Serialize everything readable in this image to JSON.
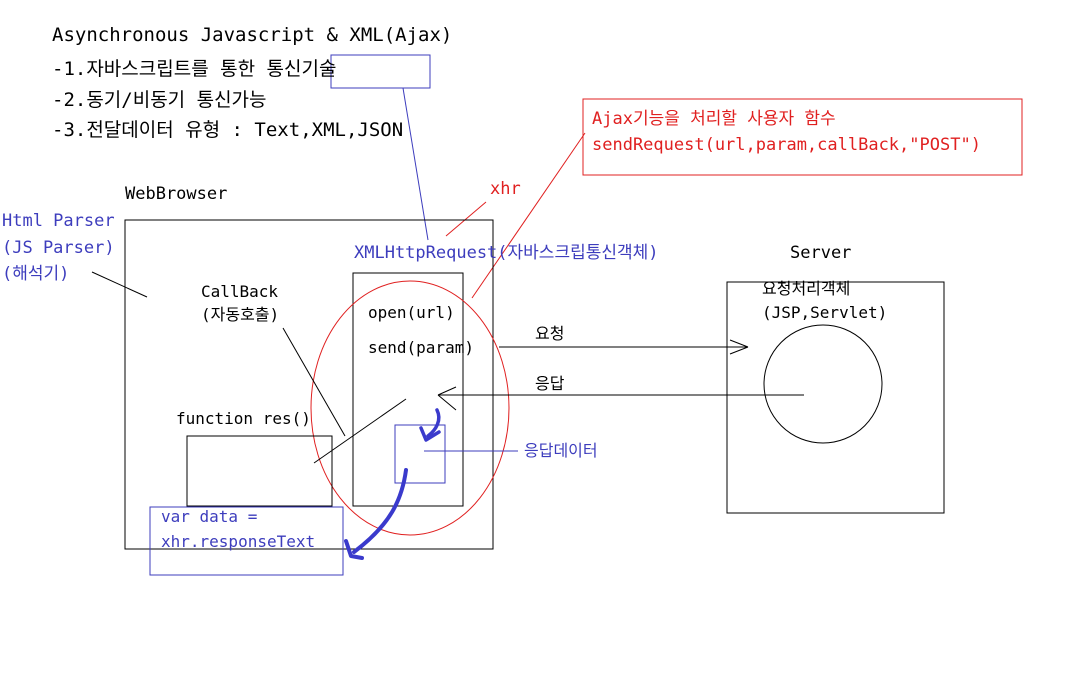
{
  "title_block": {
    "line1": "Asynchronous Javascript & XML(Ajax)",
    "line2_prefix": "-1.자바스크립트를 통한 ",
    "line2_boxed": "통신기술",
    "line3": "-2.동기/비동기 통신가능",
    "line4": "-3.전달데이터 유형 : Text,XML,JSON"
  },
  "user_function_note": {
    "line1": "Ajax기능을 처리할 사용자 함수",
    "line2": "sendRequest(url,param,callBack,\"POST\")"
  },
  "labels": {
    "xhr": "xhr",
    "web_browser": "WebBrowser",
    "html_parser_1": "Html Parser",
    "html_parser_2": "(JS Parser)",
    "html_parser_3": "(해석기)",
    "xmlhttprequest": "XMLHttpRequest(자바스크립통신객체)",
    "server": "Server",
    "callback_1": "CallBack",
    "callback_2": "(자동호출)",
    "open": "open(url)",
    "send": "send(param)",
    "request": "요청",
    "response": "응답",
    "request_handler_1": "요청처리객체",
    "request_handler_2": "(JSP,Servlet)",
    "function_res": "function res()",
    "response_data": "응답데이터",
    "var_data_1": "var data =",
    "var_data_2": "xhr.responseText"
  },
  "colors": {
    "black": "#000000",
    "blue": "#3d3dbd",
    "red": "#e02020",
    "arrow_blue": "#3a3acc"
  }
}
